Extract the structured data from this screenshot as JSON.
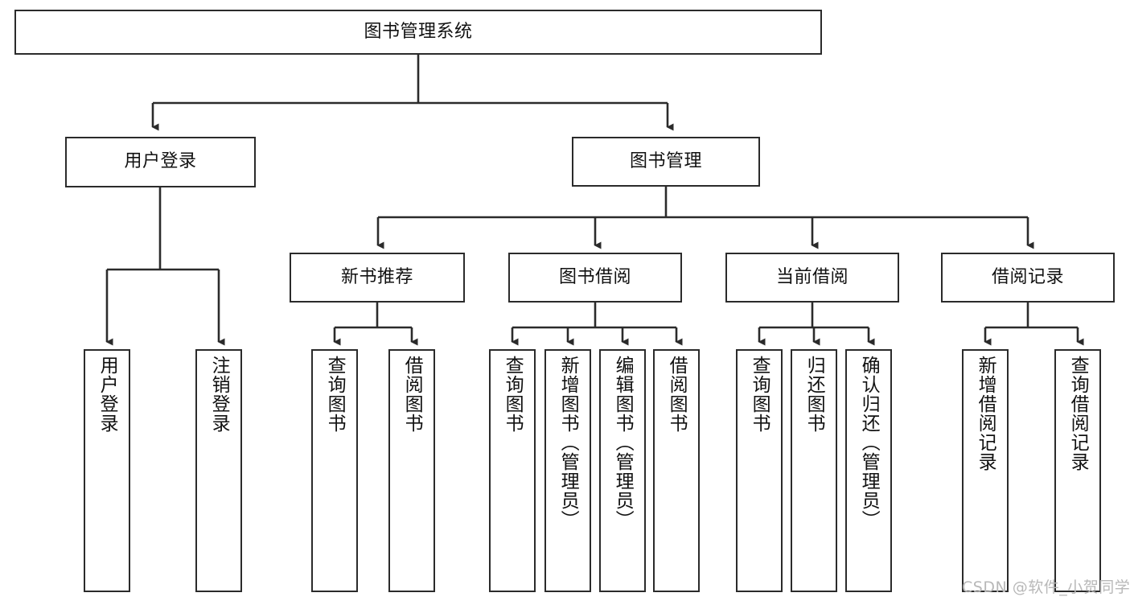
{
  "diagram": {
    "title": "图书管理系统",
    "type": "tree-hierarchy-diagram",
    "watermark": "CSDN @软件_小贺同学",
    "colors": {
      "border": "#2b2b2b",
      "text": "#111111",
      "background": "#ffffff",
      "connector": "#2b2b2b",
      "watermark": "#b8b8b8"
    },
    "root": {
      "label": "图书管理系统"
    },
    "level1": [
      {
        "label": "用户登录"
      },
      {
        "label": "图书管理"
      }
    ],
    "level2": [
      {
        "label": "新书推荐"
      },
      {
        "label": "图书借阅"
      },
      {
        "label": "当前借阅"
      },
      {
        "label": "借阅记录"
      }
    ],
    "leaves": {
      "user_login": [
        {
          "label": "用户登录"
        },
        {
          "label": "注销登录"
        }
      ],
      "new_book_recommend": [
        {
          "label": "查询图书"
        },
        {
          "label": "借阅图书"
        }
      ],
      "book_borrow": [
        {
          "label": "查询图书"
        },
        {
          "label": "新增图书（管理员）"
        },
        {
          "label": "编辑图书（管理员）"
        },
        {
          "label": "借阅图书"
        }
      ],
      "current_borrow": [
        {
          "label": "查询图书"
        },
        {
          "label": "归还图书"
        },
        {
          "label": "确认归还（管理员）"
        }
      ],
      "borrow_record": [
        {
          "label": "新增借阅记录"
        },
        {
          "label": "查询借阅记录"
        }
      ]
    }
  }
}
